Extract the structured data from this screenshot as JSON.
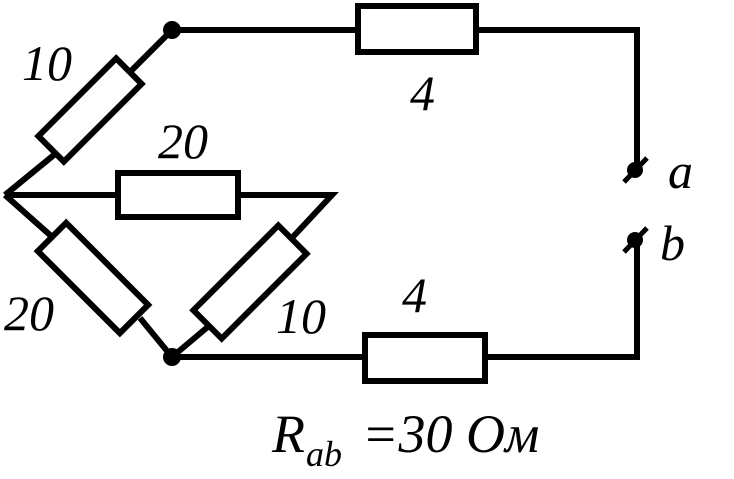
{
  "diagram": {
    "resistors": {
      "upper_left": "10",
      "top_series": "4",
      "middle": "20",
      "lower_left": "20",
      "lower_right": "10",
      "bottom_series": "4"
    },
    "terminals": {
      "a": "a",
      "b": "b"
    },
    "result": {
      "symbol": "R",
      "subscript": "ab",
      "value": "=30 Ом"
    }
  }
}
